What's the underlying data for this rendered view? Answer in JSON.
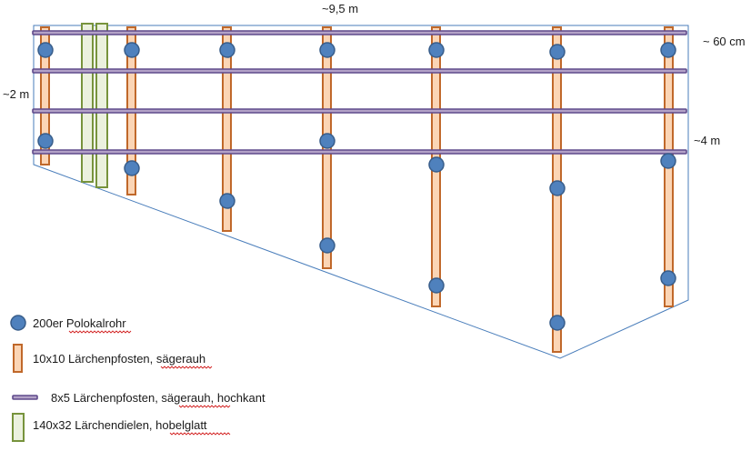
{
  "dimensions": {
    "width_label": "~9,5 m",
    "spacing_label": "~ 60 cm",
    "left_height_label": "~2 m",
    "right_height_label": "~4 m"
  },
  "legend": [
    {
      "id": "pipe",
      "text": "200er Polokalrohr",
      "underlined": "Polokalrohr"
    },
    {
      "id": "post10",
      "text": "10x10 Lärchenpfosten, sägerauh",
      "underlined": "sägerauh"
    },
    {
      "id": "post8",
      "text": "8x5 Lärchenpfosten, sägerauh, hochkant",
      "underlined": "sägerauh"
    },
    {
      "id": "plank",
      "text": "140x32 Lärchendielen, hobelglatt",
      "underlined": "hobelglatt"
    }
  ],
  "colors": {
    "outline": "#4a7ebb",
    "pipe_fill": "#4f81bd",
    "pipe_stroke": "#385d8a",
    "post_fill": "#fbd5b5",
    "post_stroke": "#c0682a",
    "rail_fill": "#b3a2c7",
    "rail_stroke": "#5f4a8b",
    "plank_fill": "#ebf1de",
    "plank_stroke": "#77933c"
  },
  "icons": {
    "pipe": "blue-circle",
    "post10": "orange-vertical-bar",
    "post8": "purple-horizontal-bar",
    "plank": "green-vertical-bar"
  }
}
